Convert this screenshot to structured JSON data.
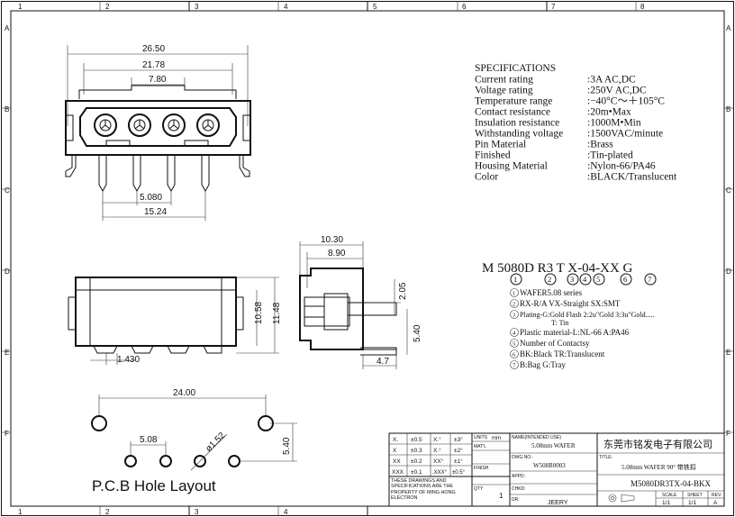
{
  "frame": {
    "columns": [
      "1",
      "2",
      "3",
      "4",
      "5",
      "6",
      "7",
      "8"
    ],
    "rows": [
      "A",
      "B",
      "C",
      "D",
      "E",
      "F"
    ]
  },
  "front_view": {
    "dims": {
      "total_width": "26.50",
      "inner_width": "21.78",
      "tab_width": "7.80",
      "pitch": "5.080",
      "pin_span": "15.24"
    }
  },
  "side_view": {
    "dims": {
      "height": "10.58",
      "height_total": "11.48",
      "bottom": "1.430"
    }
  },
  "right_view": {
    "dims": {
      "width": "10.30",
      "width_inner": "8.90",
      "pin_height": "2.05",
      "pin_len": "5.40",
      "foot": "4.7"
    }
  },
  "pcb": {
    "title": "P.C.B Hole Layout",
    "dims": {
      "span": "24.00",
      "pitch": "5.08",
      "hole": "ø1.52",
      "offset": "5.40"
    }
  },
  "specs": {
    "heading": "SPECIFICATIONS",
    "rows": [
      {
        "label": "Current rating",
        "value": ":3A AC,DC"
      },
      {
        "label": "Voltage rating",
        "value": ":250V AC,DC"
      },
      {
        "label": "Temperature range",
        "value": ":−40°C～＋105°C"
      },
      {
        "label": "Contact resistance",
        "value": ":20m•Max"
      },
      {
        "label": "Insulation resistance",
        "value": ":1000M•Min"
      },
      {
        "label": "Withstanding voltage",
        "value": ":1500VAC/minute"
      },
      {
        "label": "Pin Material",
        "value": ":Brass"
      },
      {
        "label": "Finished",
        "value": ":Tin-plated"
      },
      {
        "label": "Housing Material",
        "value": ":Nylon-66/PA46"
      },
      {
        "label": "Color",
        "value": ":BLACK/Translucent"
      }
    ]
  },
  "part_code": {
    "code": "M 5080D R3 T X-04-XX G",
    "circles": [
      "1",
      "2",
      "3",
      "4",
      "5",
      "6",
      "7"
    ],
    "notes": [
      {
        "n": "1",
        "text": "WAFER5.08 series"
      },
      {
        "n": "2",
        "text": "RX-R/A VX-Straight SX:SMT"
      },
      {
        "n": "3",
        "text": "Plating-G:Gold Flash 2:2u\"Gold 3:3u\"Gold....."
      },
      {
        "n": "",
        "text": "T: Tin"
      },
      {
        "n": "4",
        "text": "Plastic material-L:NL-66  A:PA46"
      },
      {
        "n": "5",
        "text": "Number of Contactsy"
      },
      {
        "n": "6",
        "text": "BK:Black  TR:Translucent"
      },
      {
        "n": "7",
        "text": "B:Bag G:Tray"
      }
    ]
  },
  "title_block": {
    "tolerances": [
      {
        "a": "X.",
        "b": "±0.5",
        "c": "X.°",
        "d": "±3°"
      },
      {
        "a": "X",
        "b": "±0.3",
        "c": "X.°",
        "d": "±2°"
      },
      {
        "a": "XX",
        "b": "±0.2",
        "c": "XX°",
        "d": "±1°"
      },
      {
        "a": "XXX",
        "b": "±0.1",
        "c": ".XXX°",
        "d": "±0.5°"
      }
    ],
    "units_label": "UNITS",
    "units_value": "mm",
    "matl_label": "MAT'L",
    "finish_label": "FINISH",
    "qty_label": "QTY",
    "qty_value": "1",
    "note": "THESE DRAWINGS AND SPECIFICATIONS ARE THE PROPERTY OF MING HONG ELECTRON",
    "name_label": "NAME(INTENDED USE)",
    "name_value": "5.08mm  WAFER",
    "dwg_label": "DWG NO.:",
    "dwg_value": "W508R0003",
    "appd_label": "APPD:",
    "chkd_label": "CHKD:",
    "dr_label": "DR:",
    "dr_value": "JEERY",
    "company": "东莞市铭发电子有限公司",
    "title_label": "TITLE:",
    "title_value": "5.08mm  WAFER 90° 带铁扣",
    "part_no": "M5080DR3TX-04-BKX",
    "scale_label": "SCALE",
    "scale_value": "1/1",
    "sheet_label": "SHEET",
    "sheet_value": "1/1",
    "rev_label": "REV.",
    "rev_value": "A"
  }
}
